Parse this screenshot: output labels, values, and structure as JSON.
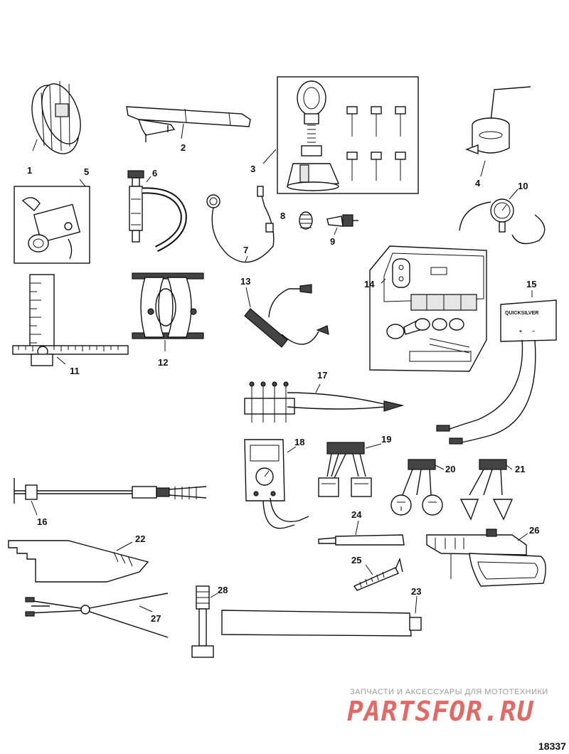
{
  "diagram": {
    "labels": [
      "1",
      "2",
      "3",
      "4",
      "5",
      "6",
      "7",
      "8",
      "9",
      "10",
      "11",
      "12",
      "13",
      "14",
      "15",
      "16",
      "17",
      "18",
      "19",
      "20",
      "21",
      "22",
      "23",
      "24",
      "25",
      "26",
      "27",
      "28"
    ],
    "device_text": {
      "brand": "QUICKSILVER",
      "plus": "+",
      "minus": "−"
    }
  },
  "watermark": {
    "tagline": "ЗАПЧАСТИ И АКСЕССУАРЫ ДЛЯ МОТОТЕХНИКИ",
    "logo": "PARTSFOR.RU"
  },
  "document_number": "18337"
}
